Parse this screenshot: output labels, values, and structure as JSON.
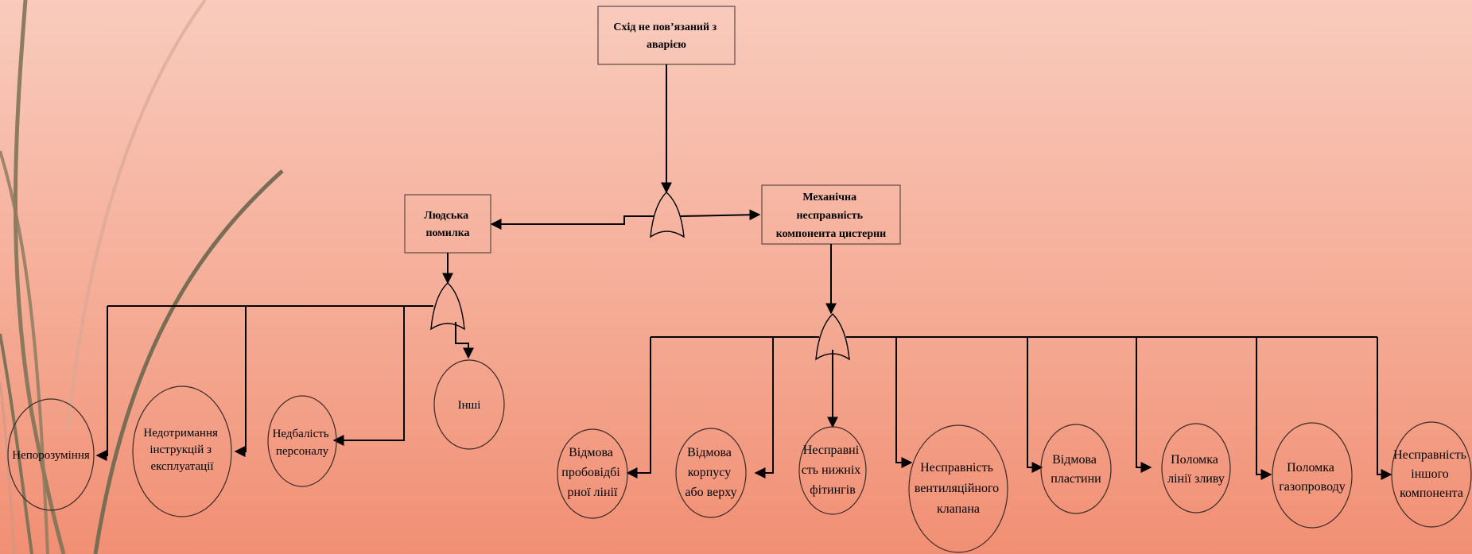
{
  "diagram": {
    "top_event": [
      "Схід не пов’язаний з",
      "аварією"
    ],
    "human_error": [
      "Людська",
      "помилка"
    ],
    "mechanical_failure": [
      "Механічна",
      "несправність",
      "компонента цистерни"
    ],
    "human_causes": [
      {
        "lines": [
          "Непорозуміння"
        ]
      },
      {
        "lines": [
          "Недотримання",
          "інструкцій з",
          "експлуатації"
        ]
      },
      {
        "lines": [
          "Недбалість",
          "персоналу"
        ]
      },
      {
        "lines": [
          "Інші"
        ]
      }
    ],
    "mechanical_causes": [
      {
        "lines": [
          "Відмова",
          "пробовідбі",
          "рної лінії"
        ]
      },
      {
        "lines": [
          "Відмова",
          "корпусу",
          "або верху"
        ]
      },
      {
        "lines": [
          "Несправні",
          "сть нижніх",
          "фітингів"
        ]
      },
      {
        "lines": [
          "Несправність",
          "вентиляційного",
          "клапана"
        ]
      },
      {
        "lines": [
          "Відмова",
          "пластини"
        ]
      },
      {
        "lines": [
          "Поломка",
          "лінії зливу"
        ]
      },
      {
        "lines": [
          "Поломка",
          "газопроводу"
        ]
      },
      {
        "lines": [
          "Несправність",
          "іншого",
          "компонента"
        ]
      }
    ]
  }
}
